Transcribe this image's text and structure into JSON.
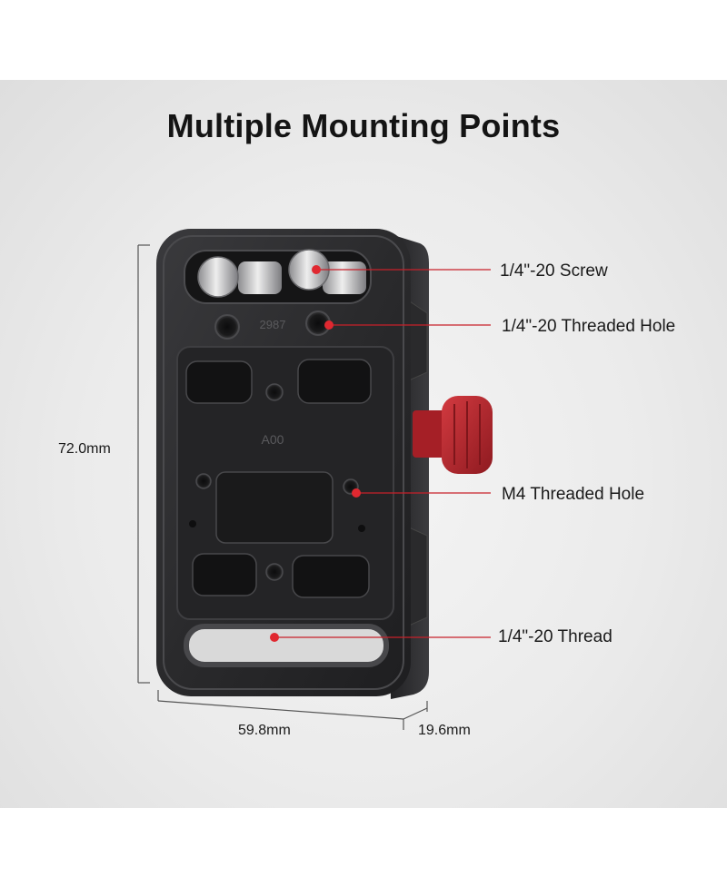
{
  "title": "Multiple Mounting Points",
  "callouts": {
    "screw": "1/4\"-20 Screw",
    "threaded_hole": "1/4\"-20 Threaded Hole",
    "m4_hole": "M4 Threaded Hole",
    "thread": "1/4\"-20 Thread"
  },
  "dimensions": {
    "height": "72.0mm",
    "width": "59.8mm",
    "depth": "19.6mm"
  },
  "engravings": {
    "model": "2987",
    "code": "A00"
  },
  "colors": {
    "plate": "#2b2b2d",
    "knob": "#b8232b",
    "callout_line": "#c8202a",
    "dimension_line": "#555555"
  }
}
